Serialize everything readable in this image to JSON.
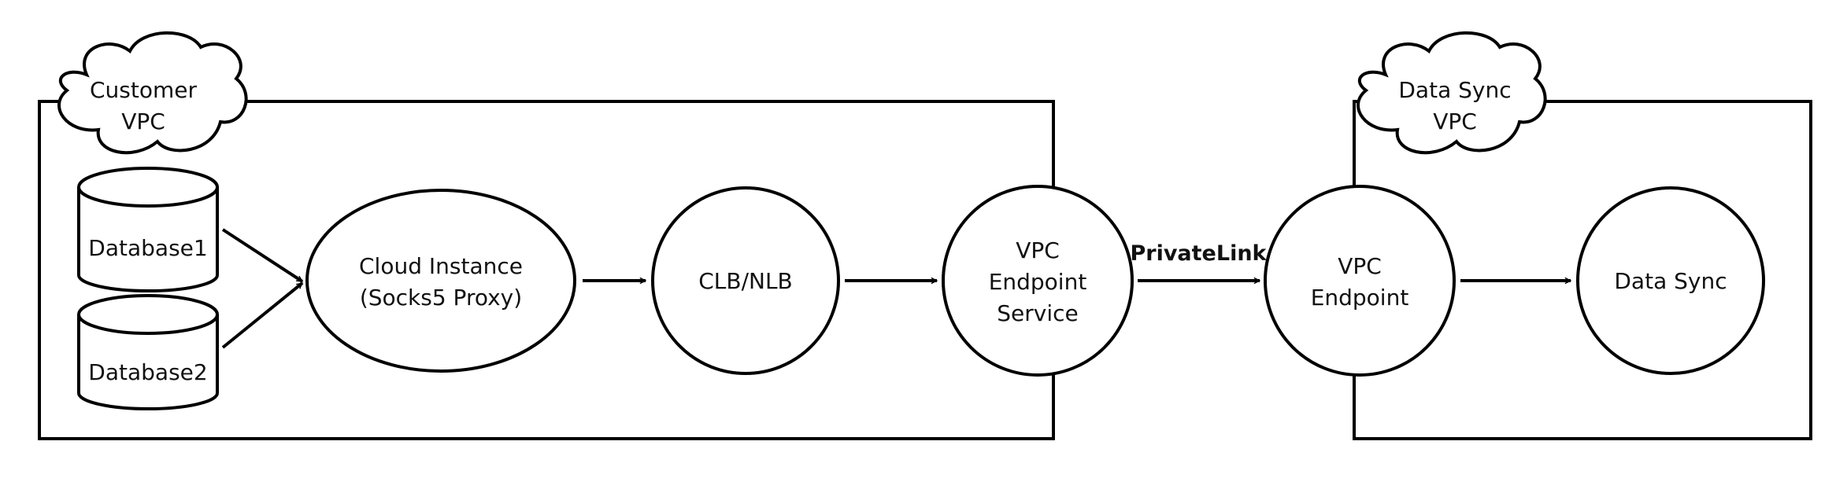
{
  "customer_vpc": {
    "label_line1": "Customer",
    "label_line2": "VPC"
  },
  "datasync_vpc": {
    "label_line1": "Data Sync",
    "label_line2": "VPC"
  },
  "nodes": {
    "database1": "Database1",
    "database2": "Database2",
    "cloud_instance_line1": "Cloud Instance",
    "cloud_instance_line2": "(Socks5 Proxy)",
    "clb_nlb": "CLB/NLB",
    "endpoint_service_line1": "VPC",
    "endpoint_service_line2": "Endpoint",
    "endpoint_service_line3": "Service",
    "vpc_endpoint_line1": "VPC",
    "vpc_endpoint_line2": "Endpoint",
    "data_sync": "Data Sync"
  },
  "edge_labels": {
    "privatelink": "PrivateLink"
  }
}
